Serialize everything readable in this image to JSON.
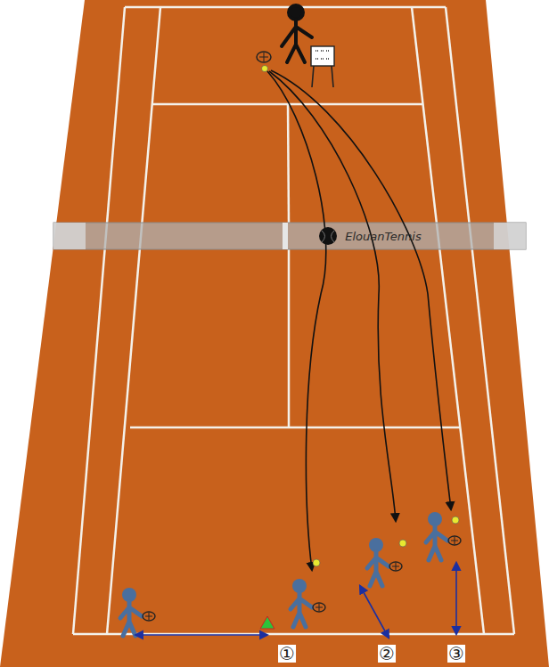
{
  "diagram": {
    "labels": [
      "ElouanTennis",
      "①",
      "②",
      "③"
    ]
  }
}
